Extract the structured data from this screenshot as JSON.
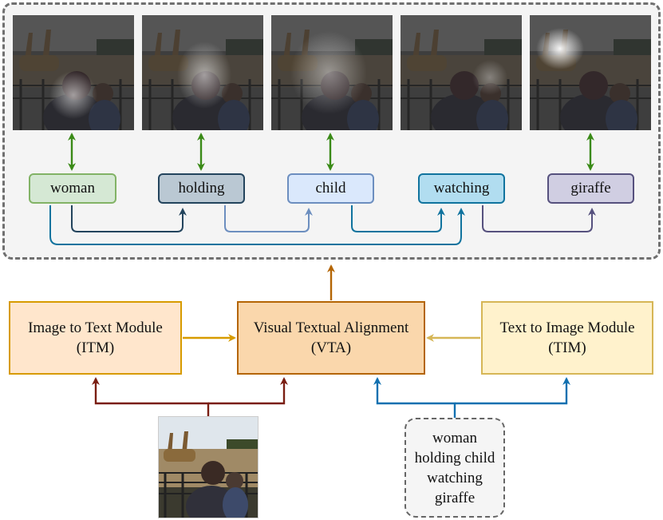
{
  "words": [
    "woman",
    "holding",
    "child",
    "watching",
    "giraffe"
  ],
  "modules": {
    "itm": {
      "line1": "Image to Text Module",
      "line2": "(ITM)"
    },
    "vta": {
      "line1": "Visual Textual Alignment",
      "line2": "(VTA)"
    },
    "tim": {
      "line1": "Text to Image Module",
      "line2": "(TIM)"
    }
  },
  "caption": {
    "lines": [
      "woman",
      "holding child",
      "watching",
      "giraffe"
    ]
  },
  "colors": {
    "woman": "#d5e8d4",
    "woman_border": "#82b366",
    "holding": "#bac8d3",
    "holding_border": "#23445d",
    "child": "#dae8fc",
    "child_border": "#6c8ebf",
    "watching": "#b1ddf0",
    "watching_border": "#10739e",
    "giraffe": "#d0cee2",
    "giraffe_border": "#56517e",
    "itm_fill": "#ffe6cc",
    "itm_border": "#d79b00",
    "vta_fill": "#fad7ac",
    "vta_border": "#b46504",
    "tim_fill": "#fff2cc",
    "tim_border": "#d6b656",
    "image_arrows": "#7a1e12",
    "text_arrows": "#1170b0",
    "align_arrows": "#3a8a17"
  }
}
